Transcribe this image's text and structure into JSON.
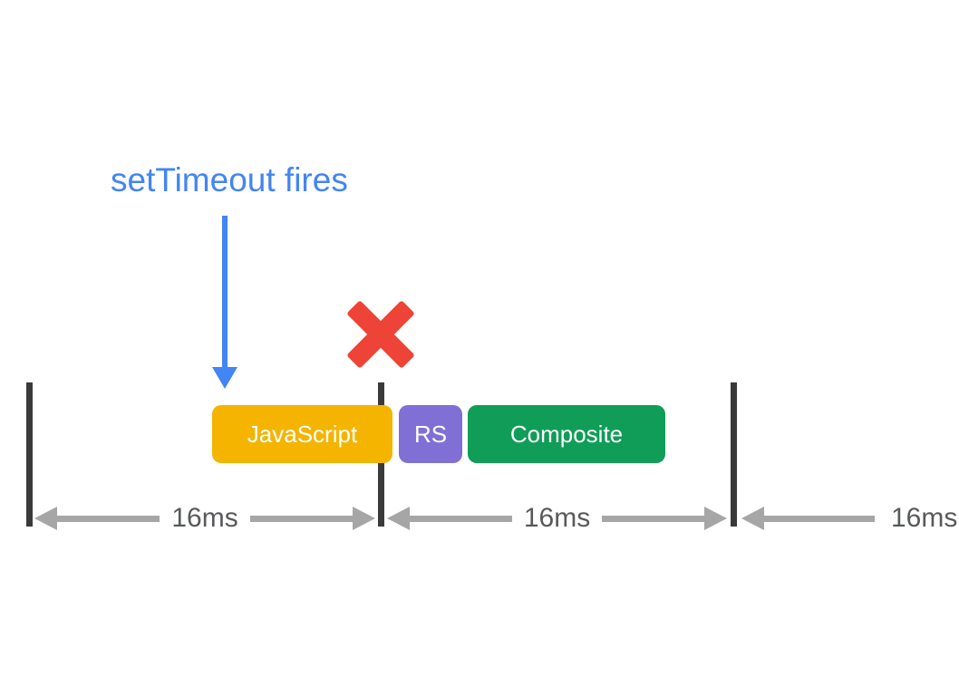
{
  "diagram": {
    "annotation": {
      "label": "setTimeout fires"
    },
    "tasks": [
      {
        "label": "JavaScript",
        "color": "#F4B400"
      },
      {
        "label": "RS",
        "color": "#8070D6"
      },
      {
        "label": "Composite",
        "color": "#0F9D58"
      }
    ],
    "intervals": [
      {
        "label": "16ms"
      },
      {
        "label": "16ms"
      },
      {
        "label": "16ms"
      }
    ],
    "frame_boundaries_count": 3,
    "colors": {
      "annotation_blue": "#4285F4",
      "arrow_blue": "#4285F4",
      "x_red": "#EE4437",
      "task_yellow": "#F4B400",
      "task_purple": "#8070D6",
      "task_green": "#0F9D58",
      "tick_dark": "#3A3A3A",
      "measure_gray": "#A6A6A6",
      "measure_text_gray": "#58595B",
      "background": "#FFFFFF"
    }
  }
}
